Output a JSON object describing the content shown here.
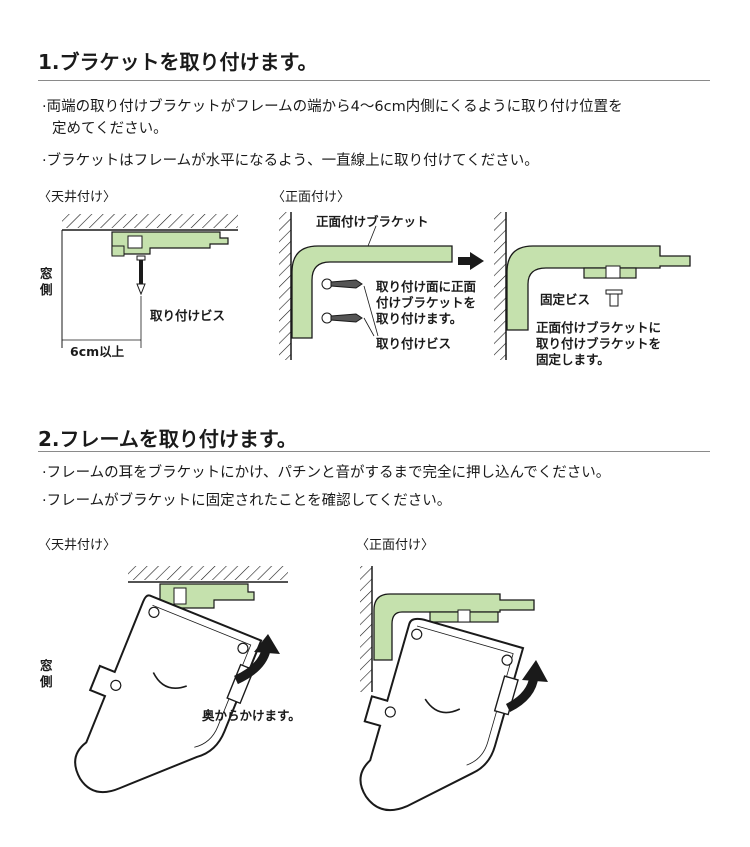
{
  "section1": {
    "title": "1.ブラケットを取り付けます。",
    "bullets": [
      [
        "·両端の取り付けブラケットがフレームの端から4～6cm内側にくるように取り付け位置を",
        "定めてください。"
      ],
      [
        "·ブラケットはフレームが水平になるよう、一直線上に取り付けてください。"
      ]
    ],
    "ceiling_label": "〈天井付け〉",
    "front_label": "〈正面付け〉",
    "window_side": "窓側",
    "screw_label": "取り付けビス",
    "distance_label": "6cm以上",
    "front_bracket_label": "正面付けブラケット",
    "note_mount": [
      "取り付け面に正面",
      "付けブラケットを",
      "取り付けます。"
    ],
    "screw_label2": "取り付けビス",
    "fixing_screw_label": "固定ビス",
    "note_fix": [
      "正面付けブラケットに",
      "取り付けブラケットを",
      "固定します。"
    ]
  },
  "section2": {
    "title": "2.フレームを取り付けます。",
    "bullets": [
      "·フレームの耳をブラケットにかけ、パチンと音がするまで完全に押し込んでください。",
      "·フレームがブラケットに固定されたことを確認してください。"
    ],
    "ceiling_label": "〈天井付け〉",
    "front_label": "〈正面付け〉",
    "window_side": "窓側",
    "hook_label": "奥からかけます。"
  },
  "colors": {
    "bracket_fill": "#c5e1ad",
    "line": "#1a1a1a",
    "rule": "#8a8a8a"
  }
}
